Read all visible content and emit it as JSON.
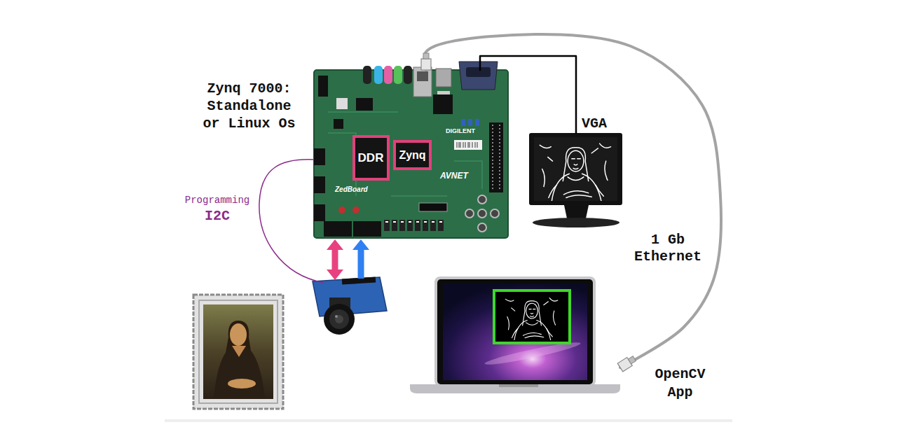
{
  "diagram": {
    "nodes": [
      {
        "text": [
          "Zynq 7000: Standalone or Linux Os"
        ]
      },
      {
        "text": [
          "DDR"
        ],
        "in": 0
      },
      {
        "text": [
          "Zynq"
        ],
        "in": 0
      },
      {
        "text": [
          "VGA"
        ]
      },
      {
        "text": [
          "OpenCV App"
        ]
      }
    ],
    "edges": [
      {
        "from": 0,
        "to": 3,
        "arrow": "none"
      },
      {
        "from": 0,
        "to": 4,
        "label": "1 Gb Ethernet",
        "arrow": "none"
      }
    ],
    "labels": [
      "Programming",
      "I2C",
      "ZedBoard",
      "DIGILENT",
      "AVNET"
    ]
  }
}
